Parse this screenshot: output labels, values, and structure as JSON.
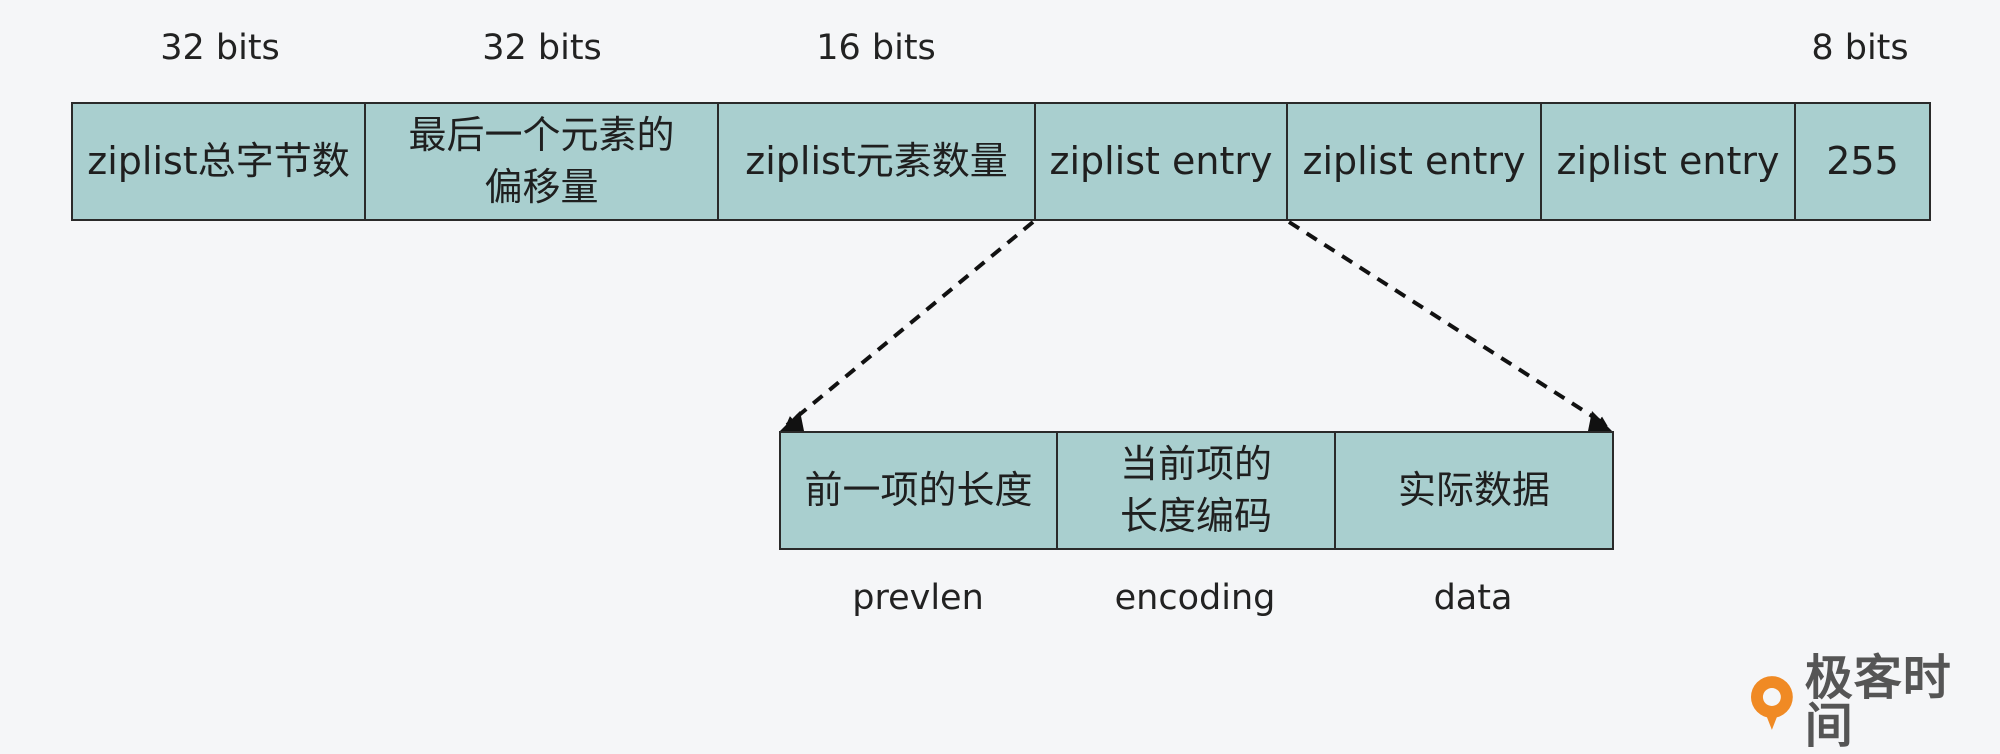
{
  "header_bits": [
    "32 bits",
    "32 bits",
    "16 bits",
    "8 bits"
  ],
  "ziplist_cells": [
    "ziplist总字节数",
    "最后一个元素的\n偏移量",
    "ziplist元素数量",
    "ziplist entry",
    "ziplist entry",
    "ziplist entry",
    "255"
  ],
  "entry_cells": [
    "前一项的长度",
    "当前项的\n长度编码",
    "实际数据"
  ],
  "entry_labels": [
    "prevlen",
    "encoding",
    "data"
  ],
  "logo": {
    "text": "极客时间",
    "accent": "#f08a24"
  },
  "colors": {
    "cell_fill": "#a9cfcf",
    "border": "#2a2a2a",
    "background": "#f5f6f8"
  }
}
